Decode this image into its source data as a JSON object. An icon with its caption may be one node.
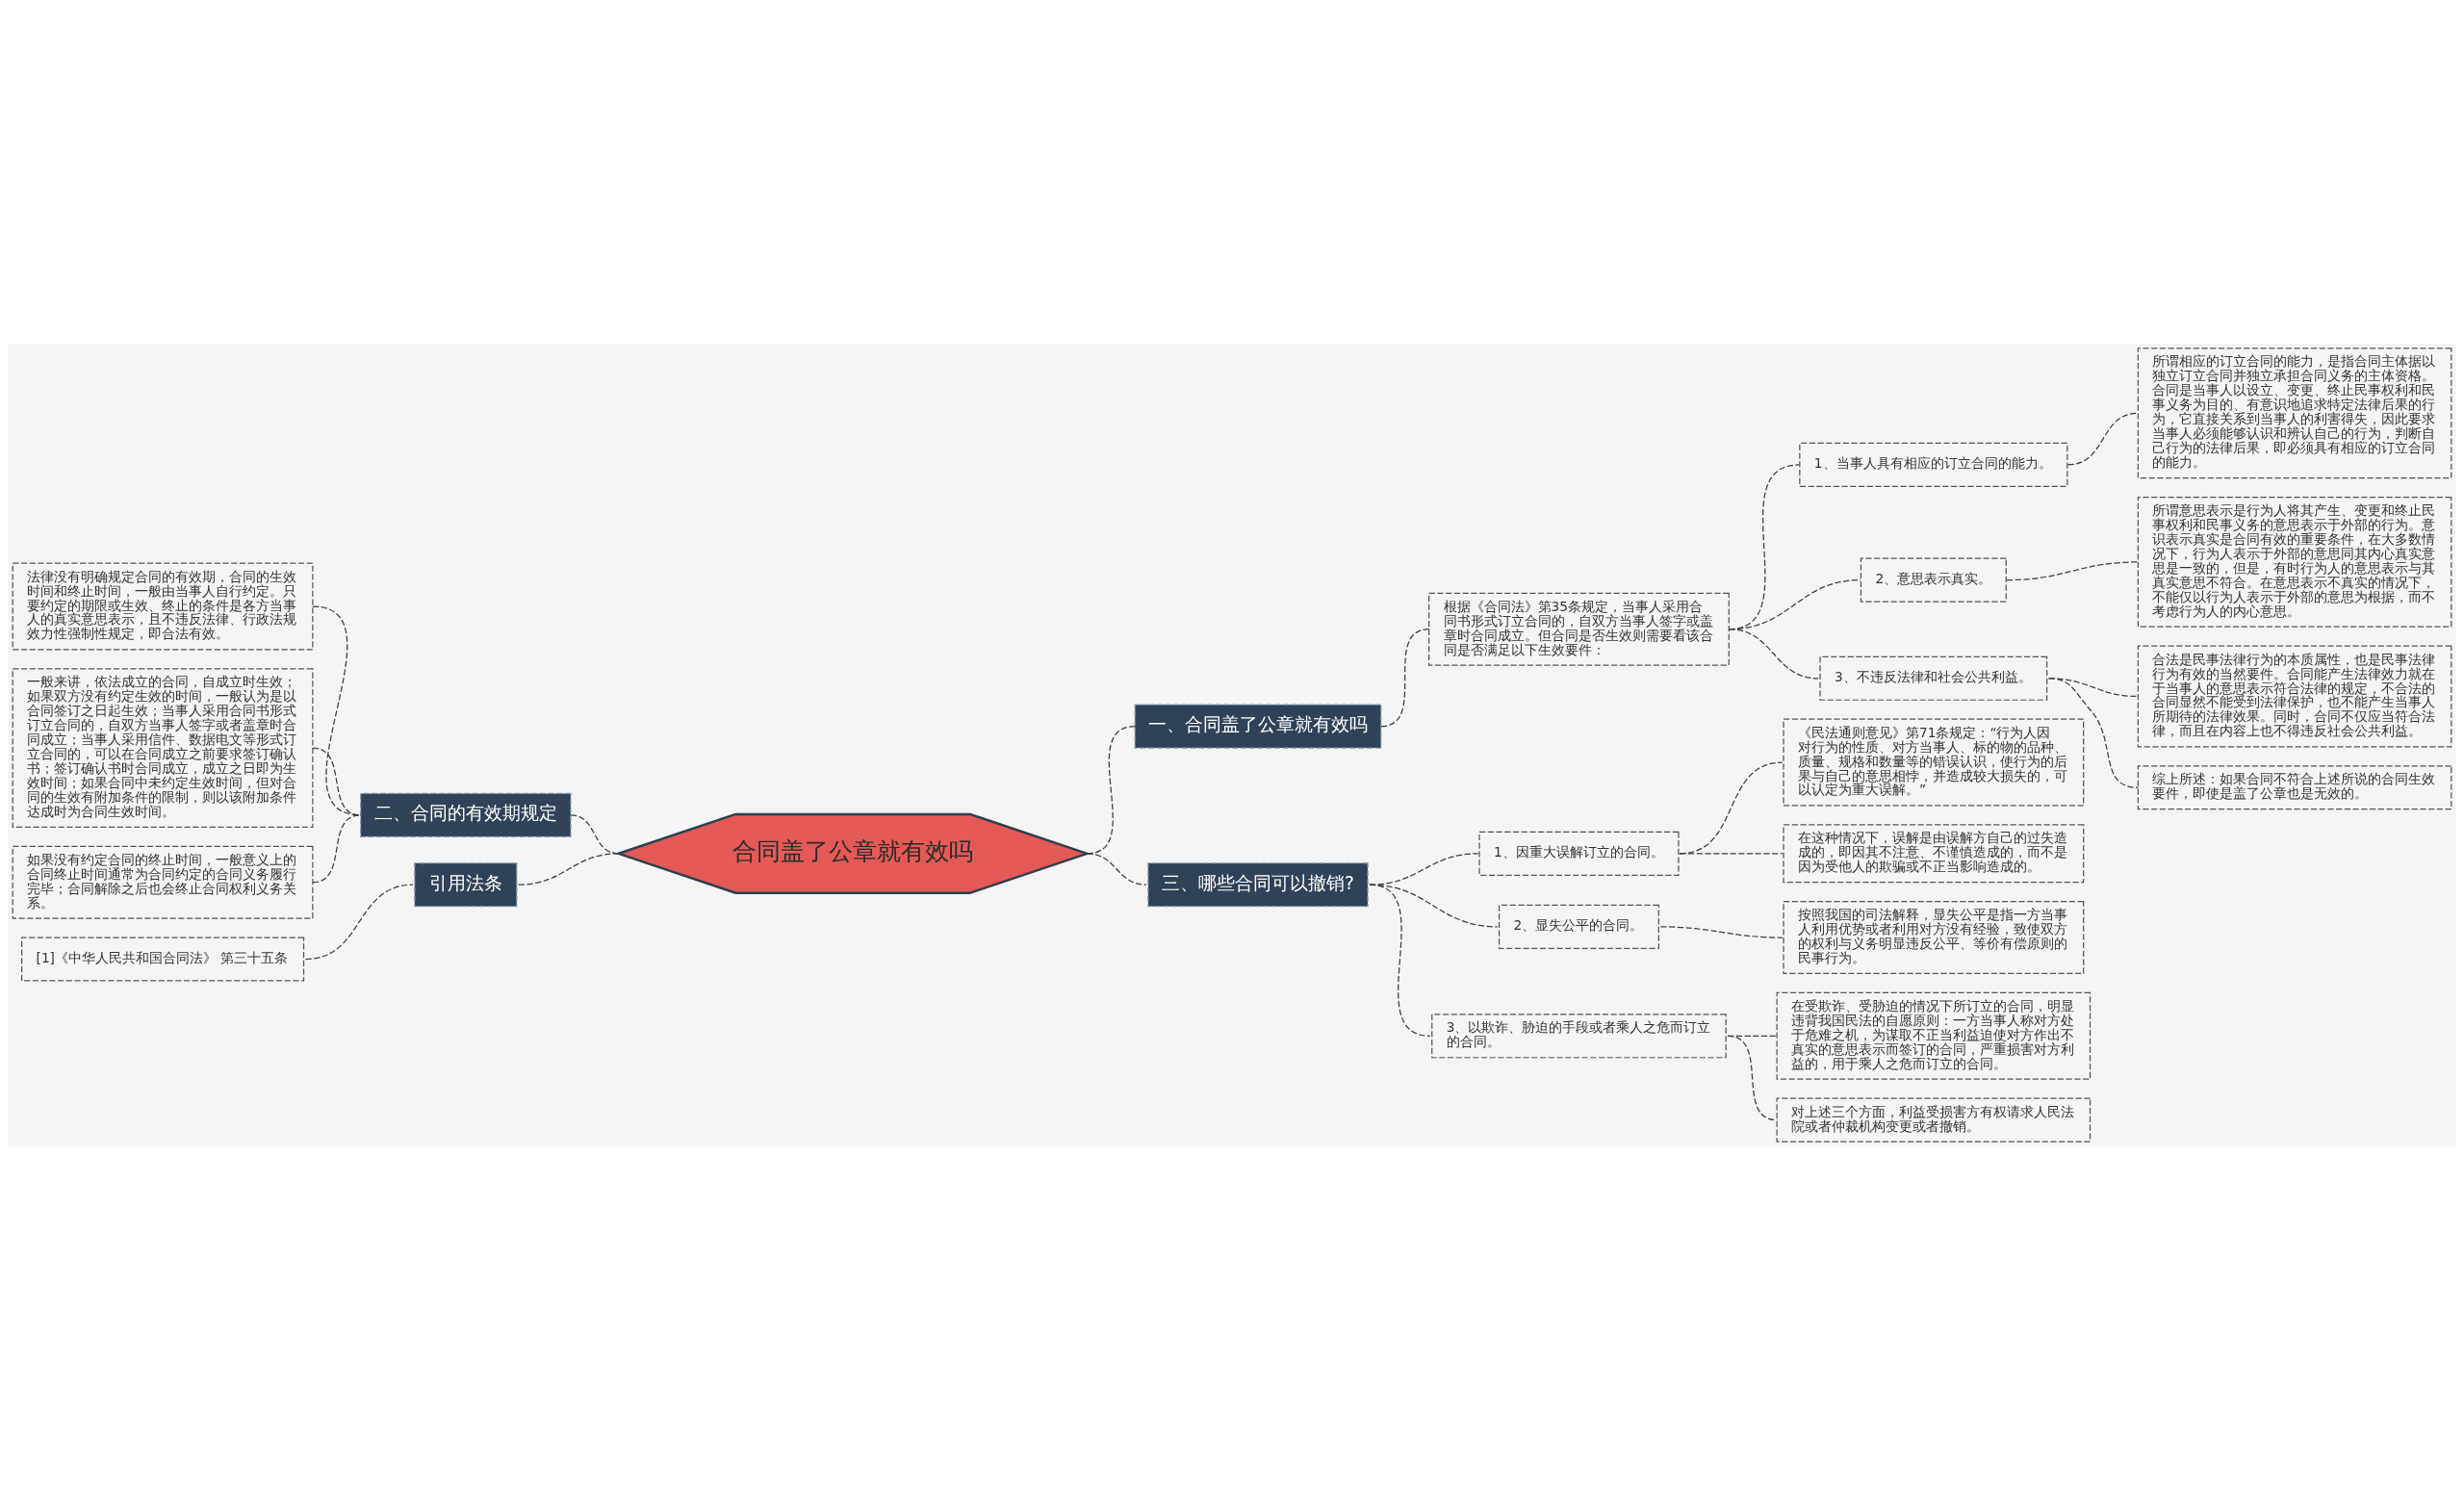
{
  "diagram": {
    "nodes": [
      {
        "text": [
          "合同盖了公章就有效吗"
        ]
      },
      {
        "text": [
          "一、合同盖了公章就有效吗"
        ]
      },
      {
        "text": [
          "根据《合同法》第35条规定，当事人采用合同书形式订立合同的，自双方当事人签字或盖章时合同成立。但合同是否生效则需要看该合同是否满足以下生效要件："
        ]
      },
      {
        "text": [
          "1、当事人具有相应的订立合同的能力。"
        ]
      },
      {
        "text": [
          "所谓相应的订立合同的能力，是指合同主体据以独立订立合同并独立承担合同义务的主体资格。合同是当事人以设立、变更、终止民事权利和民事义务为目的、有意识地追求特定法律后果的行为，它直接关系到当事人的利害得失，因此要求当事人必须能够认识和辨认自己的行为，判断自己行为的法律后果，即必须具有相应的订立合同的能力。"
        ]
      },
      {
        "text": [
          "2、意思表示真实。"
        ]
      },
      {
        "text": [
          "所谓意思表示是行为人将其产生、变更和终止民事权利和民事义务的意思表示于外部的行为。意识表示真实是合同有效的重要条件，在大多数情况下，行为人表示于外部的意思同其内心真实意思是一致的，但是，有时行为人的意思表示与其真实意思不符合。在意思表示不真实的情况下，不能仅以行为人表示于外部的意思为根据，而不考虑行为人的内心意思。"
        ]
      },
      {
        "text": [
          "3、不违反法律和社会公共利益。"
        ]
      },
      {
        "text": [
          "合法是民事法律行为的本质属性，也是民事法律行为有效的当然要件。合同能产生法律效力就在于当事人的意思表示符合法律的规定，不合法的合同显然不能受到法律保护，也不能产生当事人所期待的法律效果。同时，合同不仅应当符合法律，而且在内容上也不得违反社会公共利益。"
        ]
      },
      {
        "text": [
          "综上所述：如果合同不符合上述所说的合同生效要件，即使是盖了公章也是无效的。"
        ]
      },
      {
        "text": [
          "二、合同的有效期规定"
        ]
      },
      {
        "text": [
          "法律没有明确规定合同的有效期，合同的生效时间和终止时间，一般由当事人自行约定。只要约定的期限或生效、终止的条件是各方当事人的真实意思表示，且不违反法律、行政法规效力性强制性规定，即合法有效。"
        ]
      },
      {
        "text": [
          "一般来讲，依法成立的合同，自成立时生效；如果双方没有约定生效的时间，一般认为是以合同签订之日起生效；当事人采用合同书形式订立合同的，自双方当事人签字或者盖章时合同成立；当事人采用信件、数据电文等形式订立合同的，可以在合同成立之前要求签订确认书；签订确认书时合同成立，成立之日即为生效时间；如果合同中未约定生效时间，但对合同的生效有附加条件的限制，则以该附加条件达成时为合同生效时间。"
        ]
      },
      {
        "text": [
          "如果没有约定合同的终止时间，一般意义上的合同终止时间通常为合同约定的合同义务履行完毕；合同解除之后也会终止合同权利义务关系。"
        ]
      },
      {
        "text": [
          "三、哪些合同可以撤销?"
        ]
      },
      {
        "text": [
          "1、因重大误解订立的合同。"
        ]
      },
      {
        "text": [
          "《民法通则意见》第71条规定：“行为人因对行为的性质、对方当事人、标的物的品种、质量、规格和数量等的错误认识，使行为的后果与自己的意思相悖，并造成较大损失的，可以认定为重大误解。”"
        ]
      },
      {
        "text": [
          "在这种情况下，误解是由误解方自己的过失造成的，即因其不注意、不谨慎造成的，而不是因为受他人的欺骗或不正当影响造成的。"
        ]
      },
      {
        "text": [
          "2、显失公平的合同。"
        ]
      },
      {
        "text": [
          "按照我国的司法解释，显失公平是指一方当事人利用优势或者利用对方没有经验，致使双方的权利与义务明显违反公平、等价有偿原则的民事行为。"
        ]
      },
      {
        "text": [
          "3、以欺诈、胁迫的手段或者乘人之危而订立的合同。"
        ]
      },
      {
        "text": [
          "在受欺诈、受胁迫的情况下所订立的合同，明显违背我国民法的自愿原则：一方当事人称对方处于危难之机，为谋取不正当利益迫使对方作出不真实的意思表示而签订的合同，严重损害对方利益的，用于乘人之危而订立的合同。"
        ]
      },
      {
        "text": [
          "对上述三个方面，利益受损害方有权请求人民法院或者仲裁机构变更或者撤销。"
        ]
      },
      {
        "text": [
          "引用法条"
        ]
      },
      {
        "text": [
          "[1]《中华人民共和国合同法》 第三十五条"
        ]
      }
    ],
    "edges": [
      {
        "from": 0,
        "to": 1,
        "arrow": "none",
        "style": "dashed"
      },
      {
        "from": 1,
        "to": 2,
        "arrow": "none",
        "style": "dashed"
      },
      {
        "from": 2,
        "to": 3,
        "arrow": "none",
        "style": "dashed"
      },
      {
        "from": 3,
        "to": 4,
        "arrow": "none",
        "style": "dashed"
      },
      {
        "from": 2,
        "to": 5,
        "arrow": "none",
        "style": "dashed"
      },
      {
        "from": 5,
        "to": 6,
        "arrow": "none",
        "style": "dashed"
      },
      {
        "from": 2,
        "to": 7,
        "arrow": "none",
        "style": "dashed"
      },
      {
        "from": 7,
        "to": 8,
        "arrow": "none",
        "style": "dashed"
      },
      {
        "from": 7,
        "to": 9,
        "arrow": "none",
        "style": "dashed"
      },
      {
        "from": 0,
        "to": 10,
        "arrow": "none",
        "style": "dashed"
      },
      {
        "from": 10,
        "to": 11,
        "arrow": "none",
        "style": "dashed"
      },
      {
        "from": 10,
        "to": 12,
        "arrow": "none",
        "style": "dashed"
      },
      {
        "from": 10,
        "to": 13,
        "arrow": "none",
        "style": "dashed"
      },
      {
        "from": 0,
        "to": 14,
        "arrow": "none",
        "style": "dashed"
      },
      {
        "from": 14,
        "to": 15,
        "arrow": "none",
        "style": "dashed"
      },
      {
        "from": 15,
        "to": 16,
        "arrow": "none",
        "style": "dashed"
      },
      {
        "from": 15,
        "to": 17,
        "arrow": "none",
        "style": "dashed"
      },
      {
        "from": 14,
        "to": 18,
        "arrow": "none",
        "style": "dashed"
      },
      {
        "from": 18,
        "to": 19,
        "arrow": "none",
        "style": "dashed"
      },
      {
        "from": 14,
        "to": 20,
        "arrow": "none",
        "style": "dashed"
      },
      {
        "from": 20,
        "to": 21,
        "arrow": "none",
        "style": "dashed"
      },
      {
        "from": 20,
        "to": 22,
        "arrow": "none",
        "style": "dashed"
      },
      {
        "from": 0,
        "to": 23,
        "arrow": "none",
        "style": "dashed"
      },
      {
        "from": 23,
        "to": 24,
        "arrow": "none",
        "style": "dashed"
      }
    ]
  }
}
